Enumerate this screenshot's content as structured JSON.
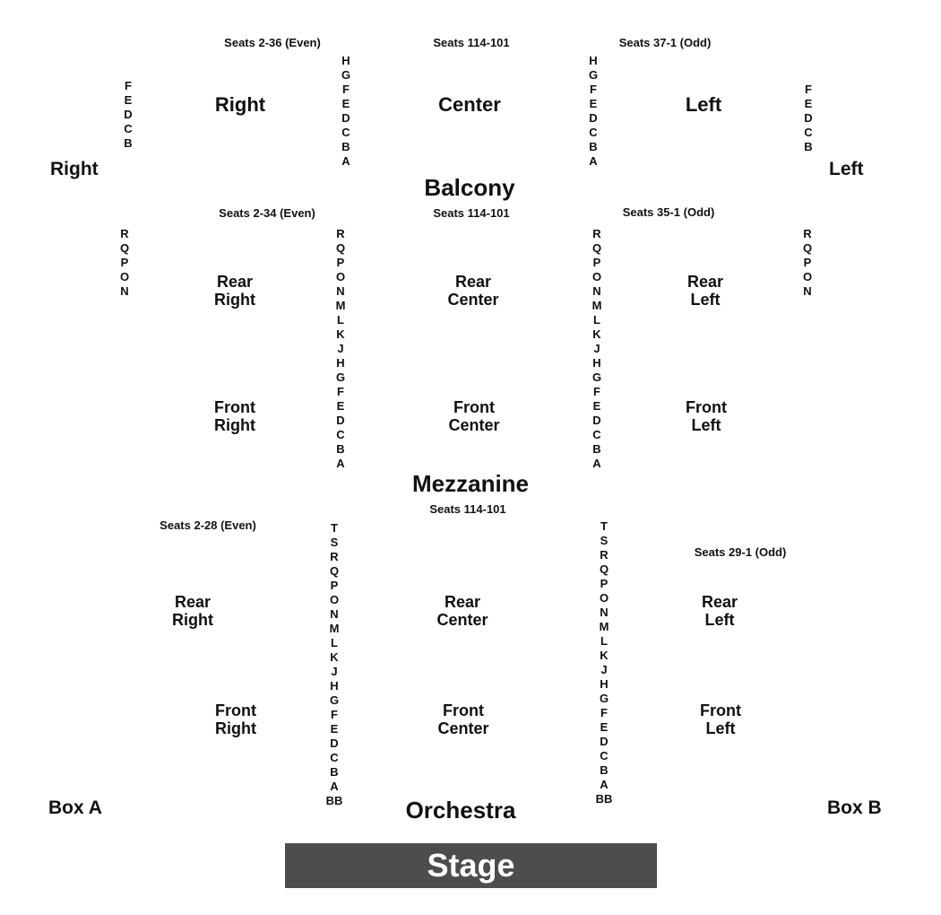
{
  "balcony": {
    "area_label": "Balcony",
    "seats_right": "Seats 2-36 (Even)",
    "seats_center": "Seats 114-101",
    "seats_left": "Seats 37-1 (Odd)",
    "sections": {
      "right": "Right",
      "center": "Center",
      "left": "Left"
    },
    "side_right": "Right",
    "side_left": "Left",
    "outer_rows": [
      "F",
      "E",
      "D",
      "C",
      "B"
    ],
    "inner_rows": [
      "H",
      "G",
      "F",
      "E",
      "D",
      "C",
      "B",
      "A"
    ]
  },
  "mezzanine": {
    "area_label": "Mezzanine",
    "seats_right": "Seats 2-34 (Even)",
    "seats_center": "Seats 114-101",
    "seats_left": "Seats 35-1 (Odd)",
    "sections": {
      "rear_right": "Rear\nRight",
      "rear_center": "Rear\nCenter",
      "rear_left": "Rear\nLeft",
      "front_right": "Front\nRight",
      "front_center": "Front\nCenter",
      "front_left": "Front\nLeft"
    },
    "outer_rows": [
      "R",
      "Q",
      "P",
      "O",
      "N"
    ],
    "inner_rows": [
      "R",
      "Q",
      "P",
      "O",
      "N",
      "M",
      "L",
      "K",
      "J",
      "H",
      "G",
      "F",
      "E",
      "D",
      "C",
      "B",
      "A"
    ]
  },
  "orchestra": {
    "area_label": "Orchestra",
    "seats_right": "Seats 2-28 (Even)",
    "seats_center": "Seats 114-101",
    "seats_left": "Seats 29-1 (Odd)",
    "sections": {
      "rear_right": "Rear\nRight",
      "rear_center": "Rear\nCenter",
      "rear_left": "Rear\nLeft",
      "front_right": "Front\nRight",
      "front_center": "Front\nCenter",
      "front_left": "Front\nLeft"
    },
    "inner_rows": [
      "T",
      "S",
      "R",
      "Q",
      "P",
      "O",
      "N",
      "M",
      "L",
      "K",
      "J",
      "H",
      "G",
      "F",
      "E",
      "D",
      "C",
      "B",
      "A",
      "BB"
    ]
  },
  "box_a": "Box A",
  "box_b": "Box B",
  "stage": "Stage"
}
